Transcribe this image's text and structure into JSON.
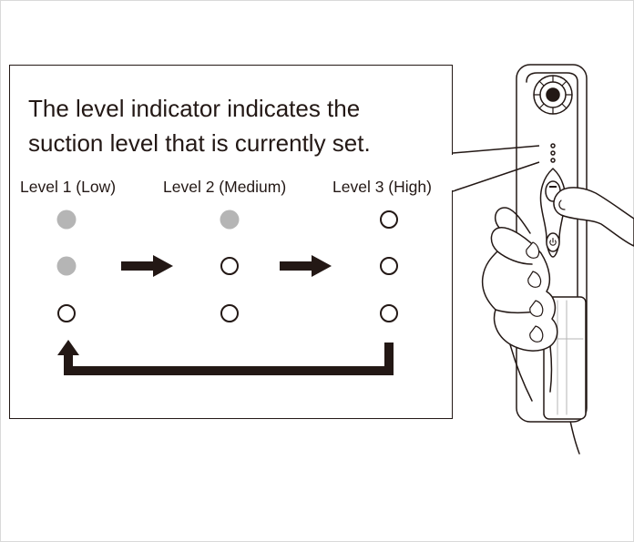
{
  "caption": "The level indicator indicates the suction level that is currently set.",
  "levels": [
    {
      "label": "Level 1 (Low)",
      "lit": [
        true,
        true,
        false
      ]
    },
    {
      "label": "Level 2 (Medium)",
      "lit": [
        true,
        false,
        false
      ]
    },
    {
      "label": "Level 3 (High)",
      "lit": [
        false,
        false,
        false
      ]
    }
  ],
  "colors": {
    "line": "#231815",
    "lit_indicator": "#b5b5b5",
    "unlit_indicator": "#ffffff",
    "frame": "#d9d9d9"
  },
  "icons": [
    "right-arrow-icon",
    "return-arrow-icon",
    "power-icon",
    "fan-icon"
  ]
}
